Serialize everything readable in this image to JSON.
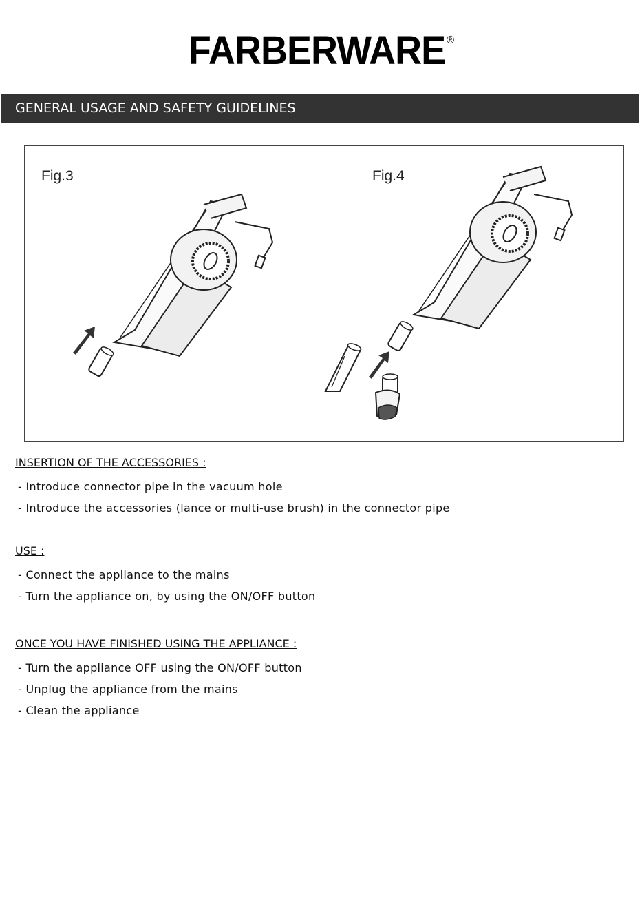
{
  "logo": {
    "brand": "FARBERWARE",
    "mark": "®"
  },
  "banner": {
    "title": "GENERAL USAGE AND SAFETY GUIDELINES"
  },
  "figures": [
    {
      "label": "Fig.3"
    },
    {
      "label": "Fig.4"
    }
  ],
  "sections": [
    {
      "heading": "INSERTION OF THE ACCESSORIES :",
      "items": [
        "- Introduce connector pipe in the vacuum hole",
        "- Introduce the accessories (lance or multi-use brush) in the connector pipe"
      ]
    },
    {
      "heading": "USE :",
      "items": [
        "- Connect the appliance to the mains",
        "- Turn the appliance on, by using the ON/OFF button"
      ]
    },
    {
      "heading": "ONCE YOU HAVE FINISHED USING THE APPLIANCE :",
      "items": [
        "- Turn the appliance OFF using the ON/OFF button",
        "- Unplug the appliance from the mains",
        "- Clean the appliance"
      ]
    }
  ]
}
